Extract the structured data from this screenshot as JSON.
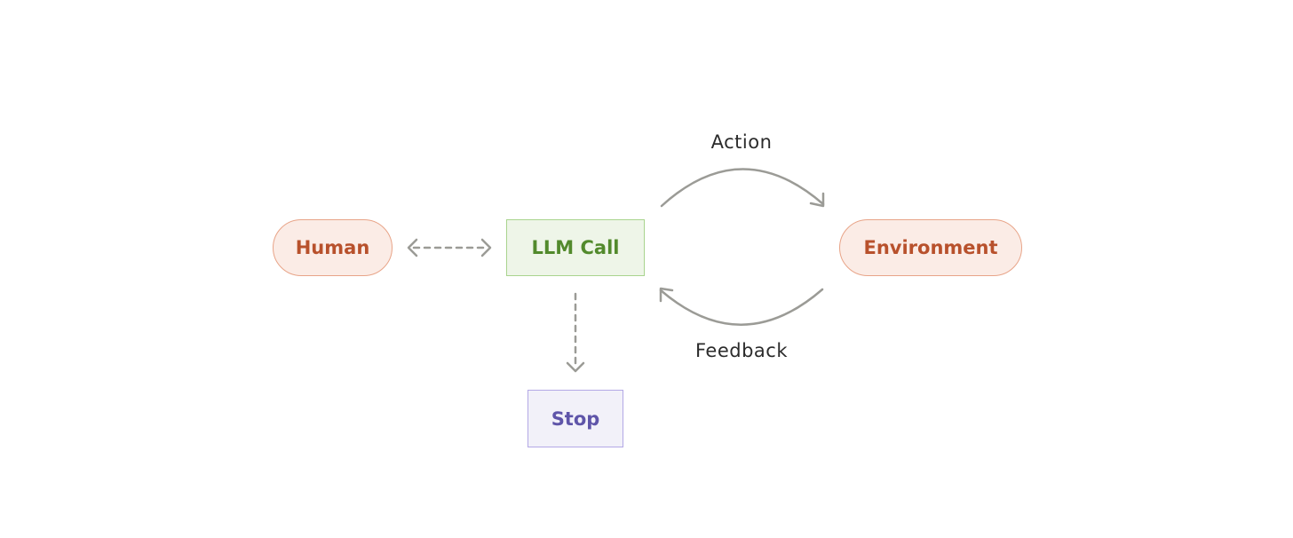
{
  "nodes": {
    "human": {
      "label": "Human"
    },
    "llm_call": {
      "label": "LLM Call"
    },
    "environment": {
      "label": "Environment"
    },
    "stop": {
      "label": "Stop"
    }
  },
  "edges": {
    "action": {
      "label": "Action"
    },
    "feedback": {
      "label": "Feedback"
    }
  },
  "colors": {
    "human_environment_fill": "#fbece6",
    "human_environment_border": "#e8a488",
    "human_environment_text": "#b8512c",
    "llm_fill": "#eef5e8",
    "llm_border": "#a9d48e",
    "llm_text": "#528a2c",
    "stop_fill": "#f2f1f9",
    "stop_border": "#b3a8e6",
    "stop_text": "#5f55a9",
    "connector": "#9b9b96"
  }
}
